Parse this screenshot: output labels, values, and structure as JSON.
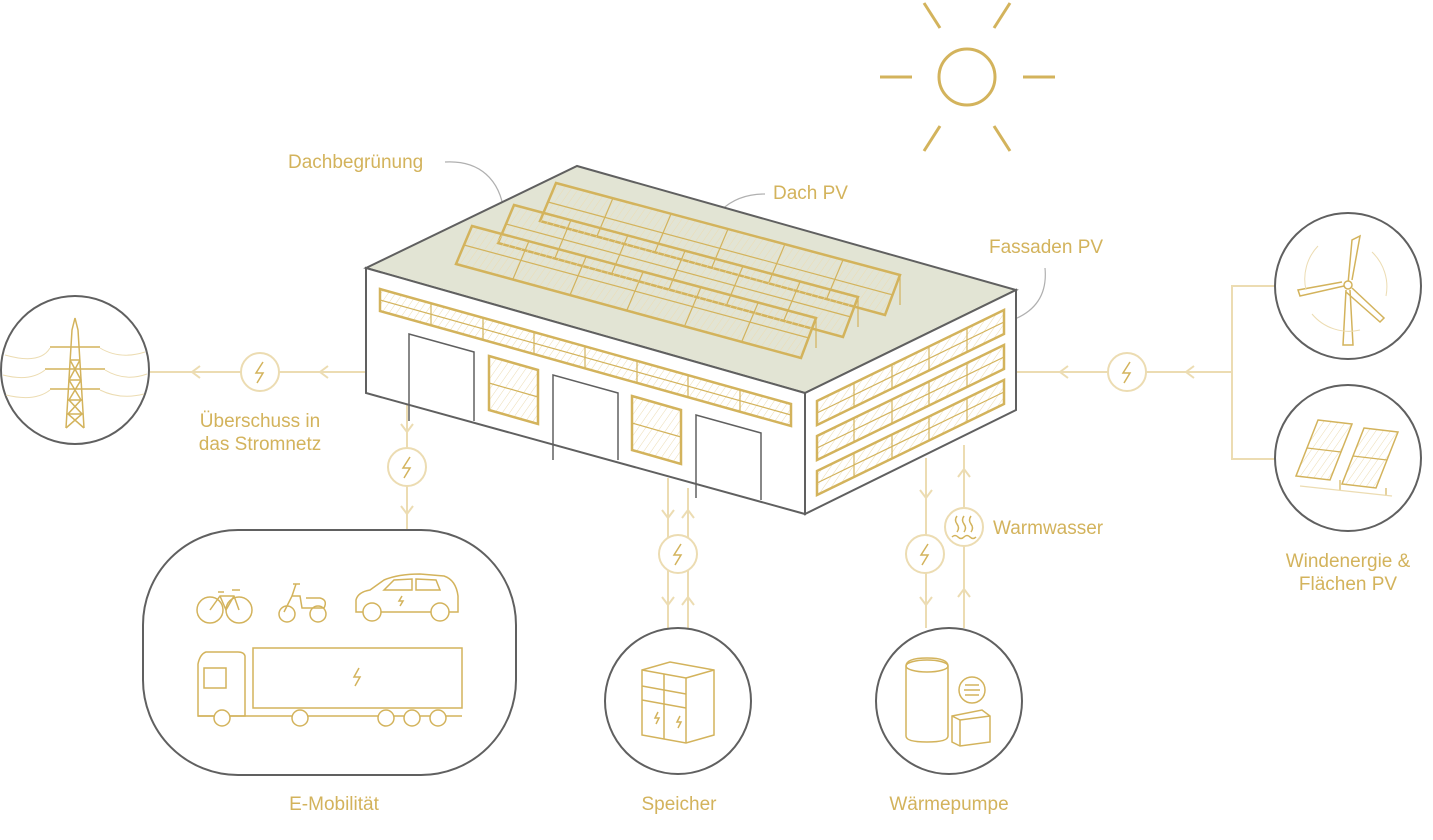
{
  "labels": {
    "dachbegruenung": "Dachbegrünung",
    "dach_pv": "Dach PV",
    "fassaden_pv": "Fassaden PV",
    "ueberschuss_line1": "Überschuss in",
    "ueberschuss_line2": "das Stromnetz",
    "warmwasser": "Warmwasser",
    "wind_line1": "Windenergie &",
    "wind_line2": "Flächen PV",
    "e_mobilitaet": "E-Mobilität",
    "speicher": "Speicher",
    "waermepumpe": "Wärmepumpe"
  },
  "colors": {
    "gold": "#d3b35c",
    "gold_light": "#ecdcb2",
    "grey": "#606060",
    "roof_green": "#e2e4d4"
  }
}
